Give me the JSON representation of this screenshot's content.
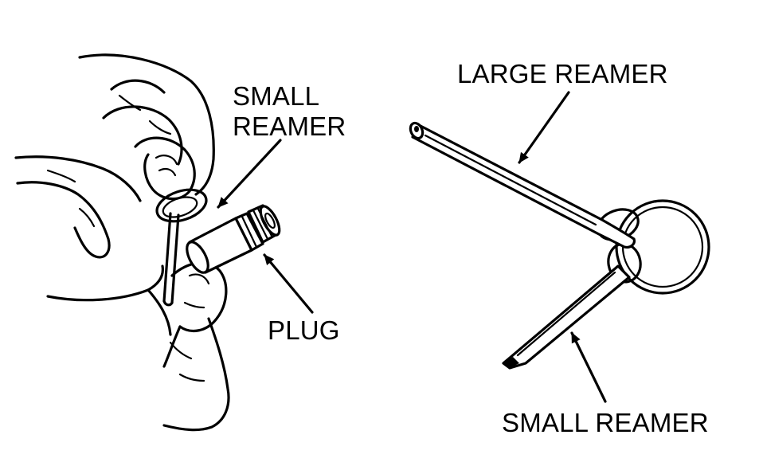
{
  "labels": {
    "small_reamer_left": [
      "SMALL",
      "REAMER"
    ],
    "plug": "PLUG",
    "large_reamer": "LARGE REAMER",
    "small_reamer_right": "SMALL REAMER"
  }
}
